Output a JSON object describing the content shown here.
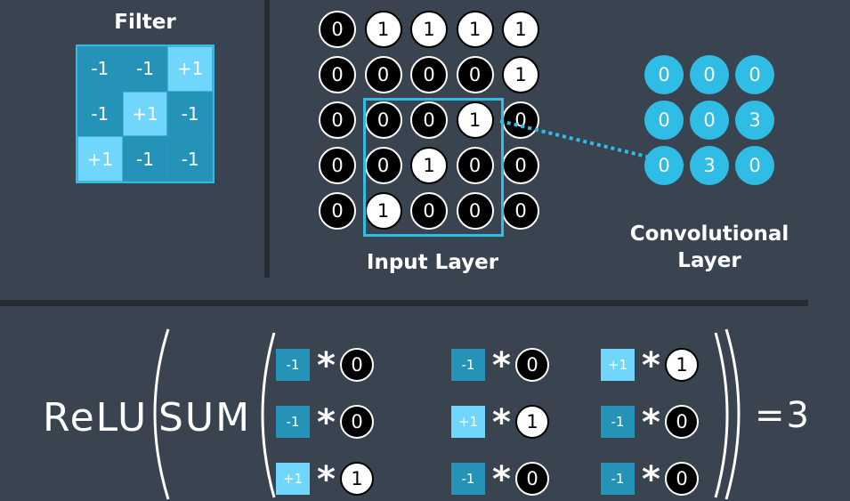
{
  "filter": {
    "title": "Filter",
    "cells": [
      [
        "-1",
        "-1",
        "+1"
      ],
      [
        "-1",
        "+1",
        "-1"
      ],
      [
        "+1",
        "-1",
        "-1"
      ]
    ]
  },
  "input_layer": {
    "label": "Input Layer",
    "cells": [
      [
        "0",
        "1",
        "1",
        "1",
        "1"
      ],
      [
        "0",
        "0",
        "0",
        "0",
        "1"
      ],
      [
        "0",
        "0",
        "0",
        "1",
        "0"
      ],
      [
        "0",
        "0",
        "1",
        "0",
        "0"
      ],
      [
        "0",
        "1",
        "0",
        "0",
        "0"
      ]
    ]
  },
  "conv_layer": {
    "label_line1": "Convolutional",
    "label_line2": "Layer",
    "cells": [
      [
        "0",
        "0",
        "0"
      ],
      [
        "0",
        "0",
        "3"
      ],
      [
        "0",
        "3",
        "0"
      ]
    ]
  },
  "formula": {
    "relu": "ReLU",
    "sum": "SUM",
    "operator": "*",
    "result": "=3",
    "rows": [
      [
        {
          "w": "-1",
          "x": "0"
        },
        {
          "w": "-1",
          "x": "0"
        },
        {
          "w": "+1",
          "x": "1"
        }
      ],
      [
        {
          "w": "-1",
          "x": "0"
        },
        {
          "w": "+1",
          "x": "1"
        },
        {
          "w": "-1",
          "x": "0"
        }
      ],
      [
        {
          "w": "+1",
          "x": "1"
        },
        {
          "w": "-1",
          "x": "0"
        },
        {
          "w": "-1",
          "x": "0"
        }
      ]
    ]
  },
  "colors": {
    "background": "#3a4450",
    "accent": "#2fbde6",
    "negative_weight": "#2592b8",
    "positive_weight": "#70d6fb"
  }
}
